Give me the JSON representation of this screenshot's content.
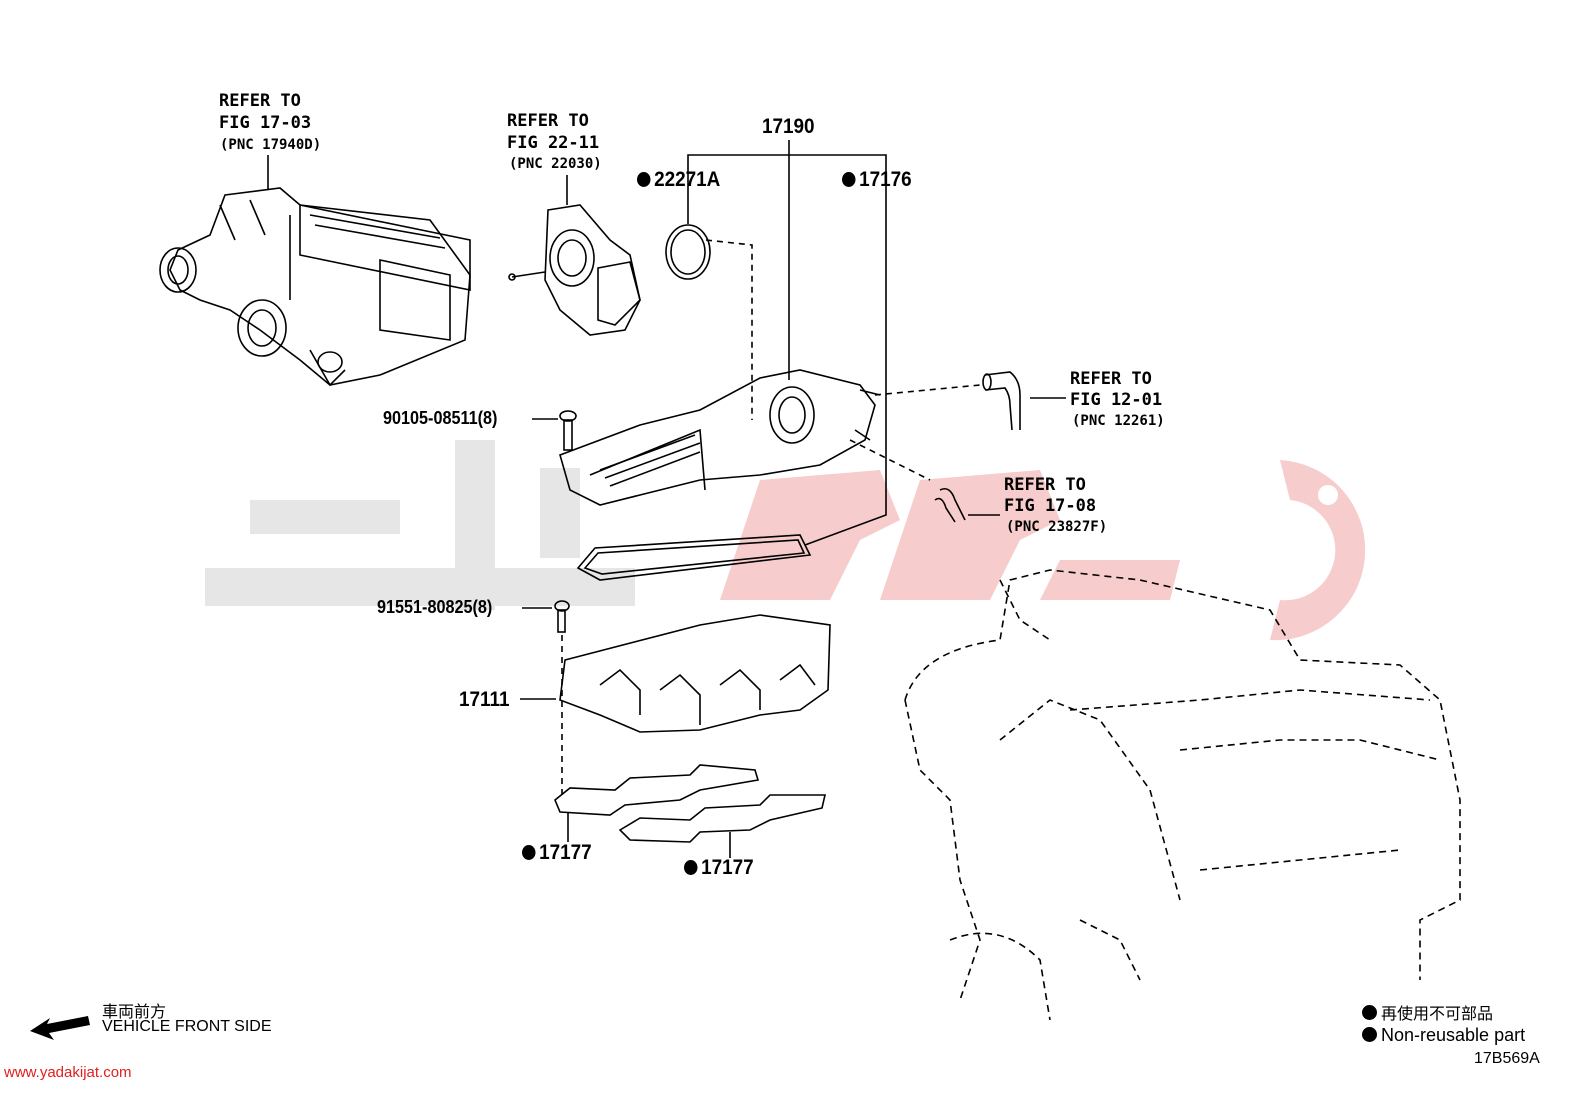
{
  "labels": {
    "ref_17_03": {
      "line1": "REFER TO",
      "line2": "FIG 17-03",
      "line3": "(PNC 17940D)"
    },
    "ref_22_11": {
      "line1": "REFER TO",
      "line2": "FIG 22-11",
      "line3": "(PNC 22030)"
    },
    "ref_12_01": {
      "line1": "REFER TO",
      "line2": "FIG 12-01",
      "line3": "(PNC 12261)"
    },
    "ref_17_08": {
      "line1": "REFER TO",
      "line2": "FIG 17-08",
      "line3": "(PNC 23827F)"
    },
    "p17190": "17190",
    "p22271A": "22271A",
    "p17176": "17176",
    "p90105": "90105-08511(8)",
    "p91551": "91551-80825(8)",
    "p17111": "17111",
    "p17177a": "17177",
    "p17177b": "17177"
  },
  "legend": {
    "jp_front": "車両前方",
    "front": "VEHICLE FRONT SIDE",
    "jp_nonreusable": "再使用不可部品",
    "nonreusable": "Non-reusable part",
    "diagram_id": "17B569A"
  },
  "watermark": {
    "url": "www.yadakijat.com",
    "colors": {
      "grey": "#e6e6e6",
      "red": "#f6cccc"
    }
  }
}
